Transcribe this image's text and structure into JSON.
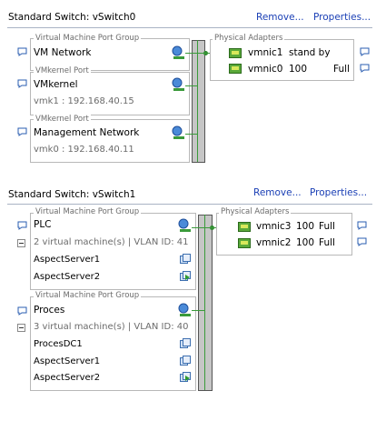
{
  "switch0": {
    "title": "Standard Switch: vSwitch0",
    "remove": "Remove...",
    "properties": "Properties...",
    "phys_title": "Physical Adapters",
    "groups": [
      {
        "type": "Virtual Machine Port Group",
        "name": "VM Network"
      },
      {
        "type": "VMkernel Port",
        "name": "VMkernel",
        "detail": "vmk1 : 192.168.40.15"
      },
      {
        "type": "VMkernel Port",
        "name": "Management Network",
        "detail": "vmk0 : 192.168.40.11"
      }
    ],
    "adapters": [
      {
        "name": "vmnic1",
        "speed": "stand by",
        "duplex": ""
      },
      {
        "name": "vmnic0",
        "speed": "100",
        "duplex": "Full"
      }
    ]
  },
  "switch1": {
    "title": "Standard Switch: vSwitch1",
    "remove": "Remove...",
    "properties": "Properties...",
    "phys_title": "Physical Adapters",
    "groups": [
      {
        "type": "Virtual Machine Port Group",
        "name": "PLC",
        "summary": "2 virtual machine(s) | VLAN ID: 41",
        "vms": [
          "AspectServer1",
          "AspectServer2"
        ]
      },
      {
        "type": "Virtual Machine Port Group",
        "name": "Proces",
        "summary": "3 virtual machine(s) | VLAN ID: 40",
        "vms": [
          "ProcesDC1",
          "AspectServer1",
          "AspectServer2"
        ]
      }
    ],
    "adapters": [
      {
        "name": "vmnic3",
        "speed": "100",
        "duplex": "Full"
      },
      {
        "name": "vmnic2",
        "speed": "100",
        "duplex": "Full"
      }
    ]
  }
}
